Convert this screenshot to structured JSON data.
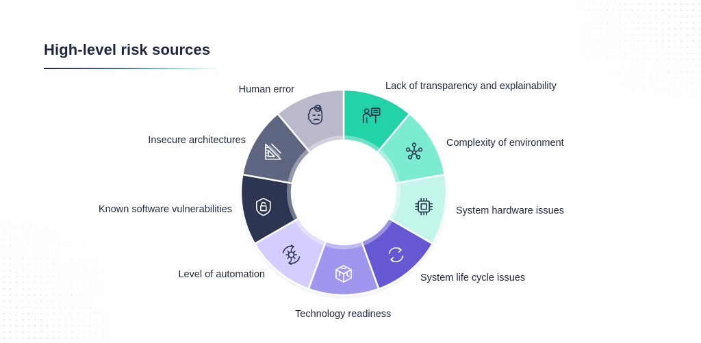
{
  "title": "High-level risk sources",
  "segments": [
    {
      "label": "Lack of transparency and explainability",
      "color": "#21d3a6",
      "icon": "presentation-icon"
    },
    {
      "label": "Complexity of environment",
      "color": "#7cecd1",
      "icon": "network-nodes-icon"
    },
    {
      "label": "System hardware issues",
      "color": "#c3f5ea",
      "icon": "microchip-icon"
    },
    {
      "label": "System life cycle issues",
      "color": "#6558d2",
      "icon": "cycle-arrows-icon"
    },
    {
      "label": "Technology readiness",
      "color": "#9f96ee",
      "icon": "circuit-cube-icon"
    },
    {
      "label": "Level of automation",
      "color": "#d3ceff",
      "icon": "gear-cycle-icon"
    },
    {
      "label": "Known software vulnerabilities",
      "color": "#2c3552",
      "icon": "shield-lock-icon"
    },
    {
      "label": "Insecure architectures",
      "color": "#5d6580",
      "icon": "ruler-triangle-icon"
    },
    {
      "label": "Human error",
      "color": "#b9b9cb",
      "icon": "confused-face-icon"
    }
  ]
}
